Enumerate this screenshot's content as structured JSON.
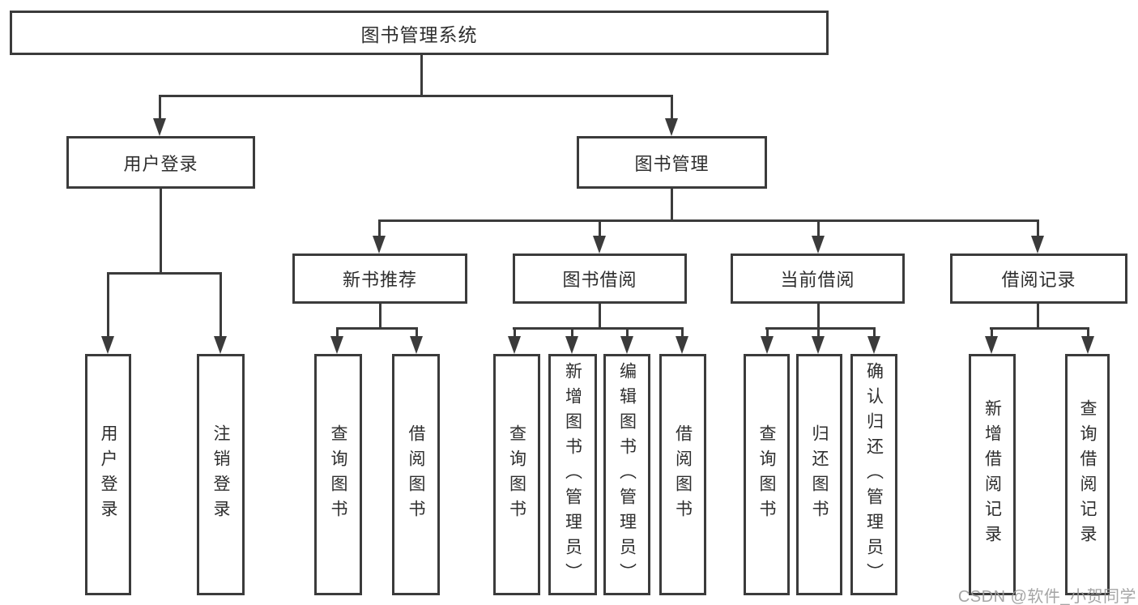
{
  "diagram": {
    "root": {
      "label": "图书管理系统"
    },
    "level2": [
      {
        "label": "用户登录"
      },
      {
        "label": "图书管理"
      }
    ],
    "level3": [
      {
        "label": "新书推荐"
      },
      {
        "label": "图书借阅"
      },
      {
        "label": "当前借阅"
      },
      {
        "label": "借阅记录"
      }
    ],
    "leaves": [
      {
        "label": "用户登录"
      },
      {
        "label": "注销登录"
      },
      {
        "label": "查询图书"
      },
      {
        "label": "借阅图书"
      },
      {
        "label": "查询图书"
      },
      {
        "label": "新增图书（管理员）"
      },
      {
        "label": "编辑图书（管理员）"
      },
      {
        "label": "借阅图书"
      },
      {
        "label": "查询图书"
      },
      {
        "label": "归还图书"
      },
      {
        "label": "确认归还（管理员）"
      },
      {
        "label": "新增借阅记录"
      },
      {
        "label": "查询借阅记录"
      }
    ]
  },
  "watermark": {
    "text": "CSDN @软件_小贺同学"
  },
  "colors": {
    "line": "#3b3b3b",
    "text": "#2e2e2e",
    "watermark": "#9c9c9c",
    "background": "#ffffff"
  }
}
